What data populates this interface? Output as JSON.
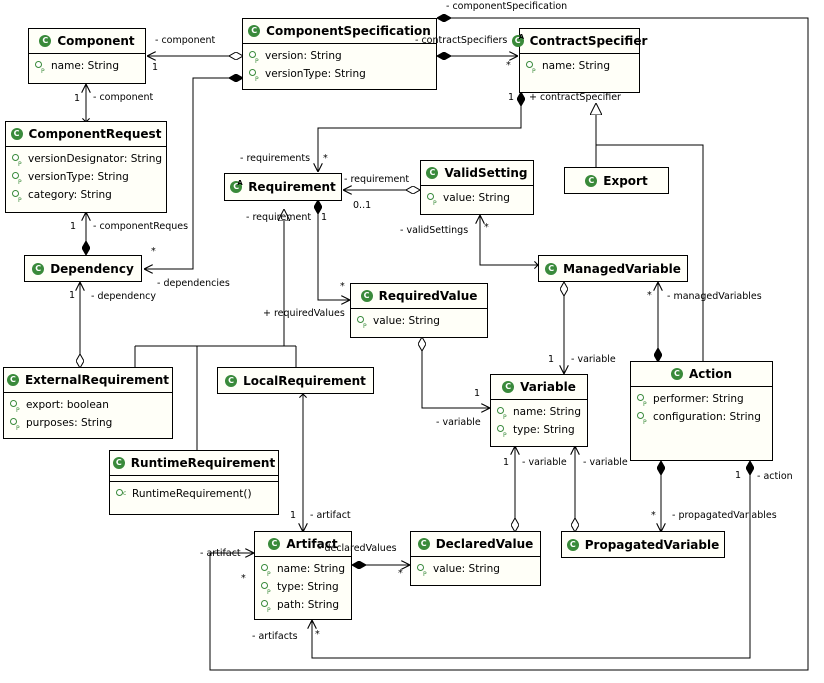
{
  "classes": {
    "component": {
      "name": "Component",
      "attrs": [
        "name: String"
      ]
    },
    "component_specification": {
      "name": "ComponentSpecification",
      "attrs": [
        "version: String",
        "versionType: String"
      ]
    },
    "contract_specifier": {
      "name": "ContractSpecifier",
      "attrs": [
        "name: String"
      ]
    },
    "component_request": {
      "name": "ComponentRequest",
      "attrs": [
        "versionDesignator: String",
        "versionType: String",
        "category: String"
      ]
    },
    "requirement": {
      "name": "Requirement"
    },
    "valid_setting": {
      "name": "ValidSetting",
      "attrs": [
        "value: String"
      ]
    },
    "export": {
      "name": "Export"
    },
    "dependency": {
      "name": "Dependency"
    },
    "managed_variable": {
      "name": "ManagedVariable"
    },
    "required_value": {
      "name": "RequiredValue",
      "attrs": [
        "value: String"
      ]
    },
    "external_requirement": {
      "name": "ExternalRequirement",
      "attrs": [
        "export: boolean",
        "purposes: String"
      ]
    },
    "local_requirement": {
      "name": "LocalRequirement"
    },
    "variable": {
      "name": "Variable",
      "attrs": [
        "name: String",
        "type: String"
      ]
    },
    "action": {
      "name": "Action",
      "attrs": [
        "performer: String",
        "configuration: String"
      ]
    },
    "runtime_requirement": {
      "name": "RuntimeRequirement",
      "ops": [
        "RuntimeRequirement()"
      ]
    },
    "artifact": {
      "name": "Artifact",
      "attrs": [
        "name: String",
        "type: String",
        "path: String"
      ]
    },
    "declared_value": {
      "name": "DeclaredValue",
      "attrs": [
        "value: String"
      ]
    },
    "propagated_variable": {
      "name": "PropagatedVariable"
    }
  },
  "labels": {
    "component_specification_top": "- componentSpecification",
    "component": "- component",
    "component_mult": "1",
    "contract_specifiers": "- contractSpecifiers",
    "contract_specifiers_mult": "*",
    "component_req_mult": "1",
    "component_req": "- component",
    "contract_specifier_mult": "1",
    "contract_specifier": "+ contractSpecifier",
    "requirements": "- requirements",
    "requirements_mult": "*",
    "requirement_role": "- requirement",
    "requirement_mult": "0..1",
    "component_requests_mult": "1",
    "component_requests": "- componentReques",
    "dependencies_mult": "*",
    "dependencies": "- dependencies",
    "requirement_role2": "- requirement",
    "requirement_mult2": "1",
    "valid_settings": "- validSettings",
    "valid_settings_mult": "*",
    "dependency_mult": "1",
    "dependency_role": "- dependency",
    "required_values_mult": "*",
    "required_values": "+ requiredValues",
    "managed_variables_mult": "*",
    "managed_variables": "- managedVariables",
    "variable_role1": "- variable",
    "variable_mult1": "1",
    "variable_mult2": "1",
    "variable_role2": "- variable",
    "variable_role3": "- variable",
    "variable_mult3": "1",
    "variable_role4": "- variable",
    "action_mult": "1",
    "action_role": "- action",
    "artifact_mult": "1",
    "artifact_role": "- artifact",
    "propagated_mult": "*",
    "propagated": "- propagatedVariables",
    "artifact_left_role": "- artifact",
    "artifact_left_mult": "*",
    "declared_values": "- declaredValues",
    "declared_values_mult": "*",
    "artifacts": "- artifacts",
    "artifacts_mult": "*"
  }
}
